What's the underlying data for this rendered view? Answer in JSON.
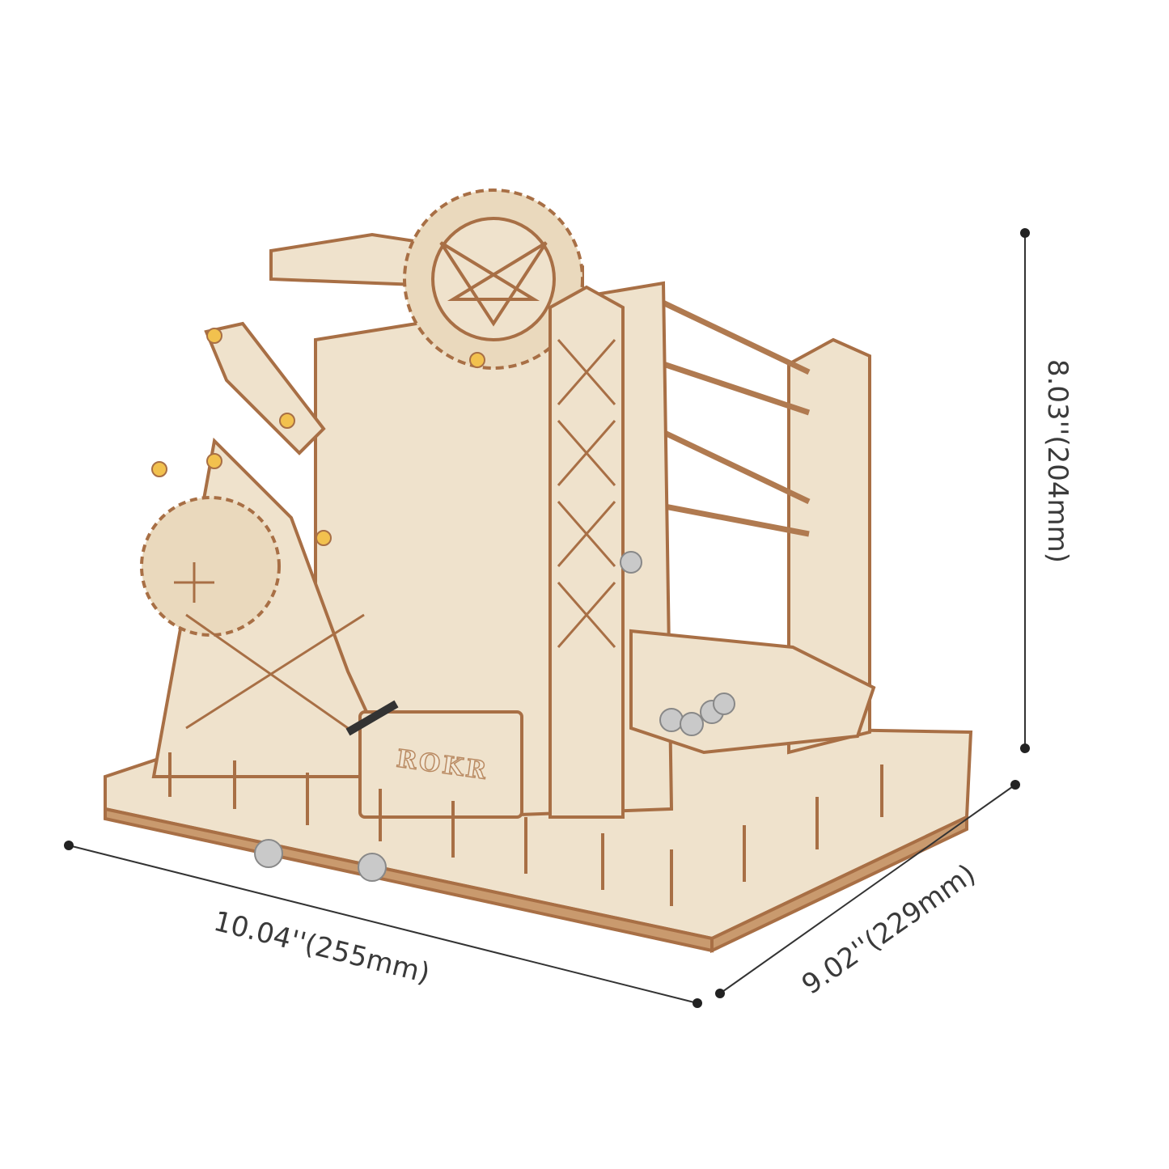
{
  "product": {
    "brand_logo": "ROKR",
    "colors": {
      "wood": "#efe2cc",
      "edge": "#a86f45",
      "metal": "#c9c9c9",
      "peg": "#f2c14e"
    }
  },
  "dimensions": {
    "width": "10.04''(255mm)",
    "depth": "9.02''(229mm)",
    "height": "8.03''(204mm)"
  }
}
